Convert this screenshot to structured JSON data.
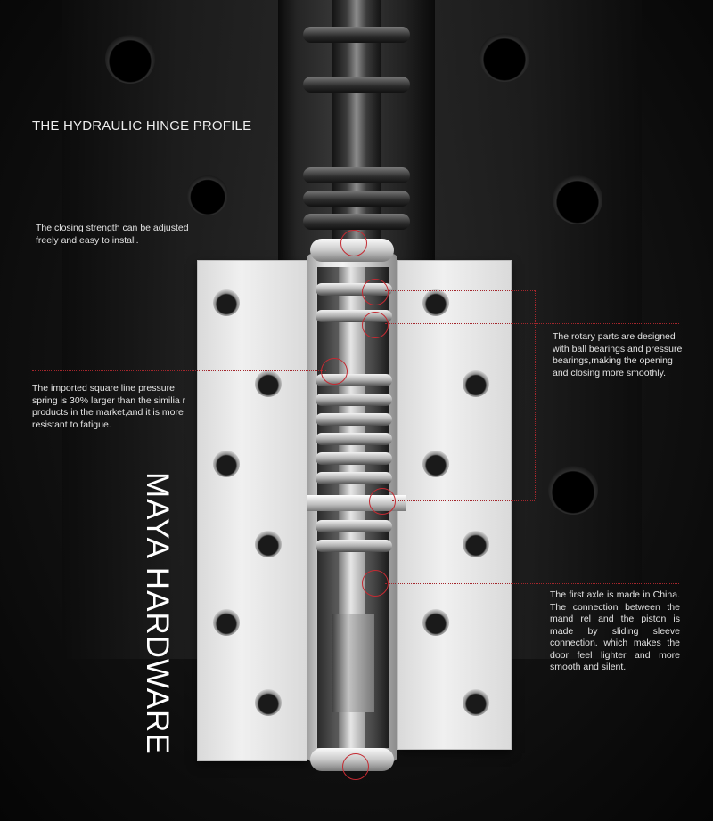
{
  "title": "THE HYDRAULIC HINGE PROFILE",
  "brand": "MAYA HARDWARE",
  "callouts": {
    "closing_strength": "The closing strength can be adjusted freely and easy to install.",
    "spring": "The imported square line pressure spring is 30% larger than the similia r products in the market,and it is more resistant to fatigue.",
    "rotary": "The rotary parts are designed with ball bearings and pressure bearings,making the opening and closing more smoothly.",
    "axle": "The first axle is made in China. The connection between the mand rel and the piston is made by sliding sleeve connection. which makes the door feel lighter and more smooth and silent."
  },
  "colors": {
    "accent": "#c42a32",
    "text": "#e4e4e4",
    "background": "#050505"
  }
}
